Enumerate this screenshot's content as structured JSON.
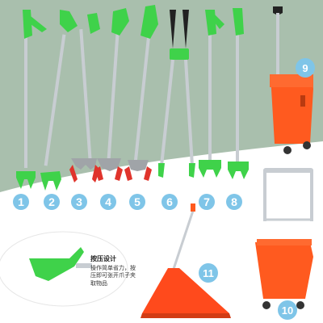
{
  "colors": {
    "green": "#3fd24a",
    "red": "#e0342c",
    "orange": "#ff5a1f",
    "steel": "#c8cdd2",
    "badge": "#7fc5e8",
    "backdrop": "#a9bfad"
  },
  "items": [
    {
      "number": "1",
      "type": "green-jaw-grabber"
    },
    {
      "number": "2",
      "type": "green-jaw-grabber"
    },
    {
      "number": "3",
      "type": "red-claw-grabber"
    },
    {
      "number": "4",
      "type": "red-claw-grabber"
    },
    {
      "number": "5",
      "type": "red-claw-grabber"
    },
    {
      "number": "6",
      "type": "tong-picker"
    },
    {
      "number": "7",
      "type": "green-jaw-grabber"
    },
    {
      "number": "8",
      "type": "green-jaw-grabber"
    },
    {
      "number": "9",
      "type": "orange-trolley-bin"
    },
    {
      "number": "10",
      "type": "folding-cart-bin"
    },
    {
      "number": "11",
      "type": "orange-dustpan"
    }
  ],
  "inset": {
    "title": "按压设计",
    "text": "操作简单省力，按压即可张开爪子夹取物品"
  }
}
